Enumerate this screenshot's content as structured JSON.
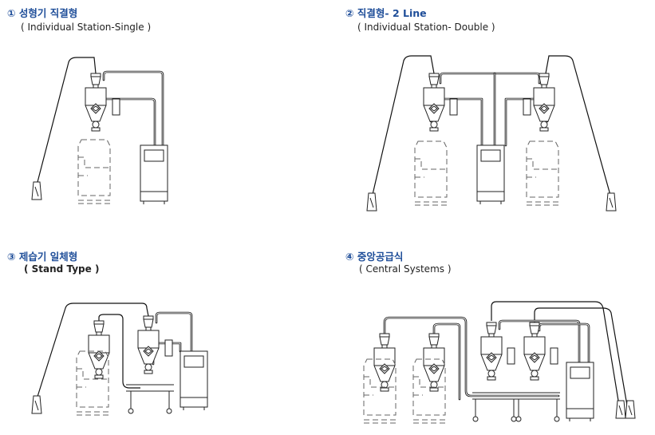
{
  "panels": [
    {
      "title": "① 성형기 직결형",
      "subtitle": "( Individual Station-Single )"
    },
    {
      "title": "② 직결형- 2 Line",
      "subtitle": "( Individual Station- Double )"
    },
    {
      "title": "③ 제습기 일체형",
      "subtitle": "( Stand Type )"
    },
    {
      "title": "④ 중앙공급식",
      "subtitle": "( Central Systems )"
    }
  ]
}
